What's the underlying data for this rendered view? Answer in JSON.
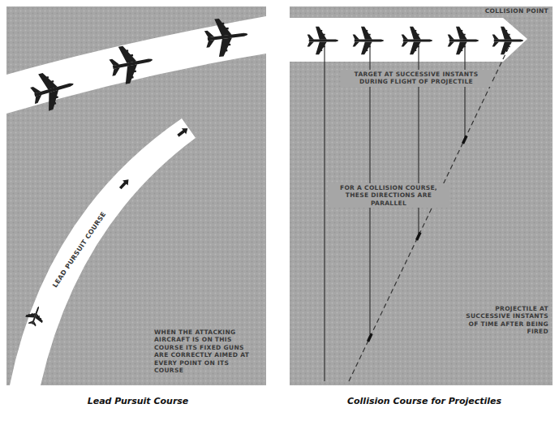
{
  "diagram": {
    "labels": [
      "LEAD PURSUIT COURSE",
      "WHEN THE ATTACKING AIRCRAFT IS ON THIS COURSE ITS FIXED GUNS ARE CORRECTLY AIMED AT EVERY POINT ON ITS COURSE",
      "COLLISION POINT",
      "TARGET AT SUCCESSIVE INSTANTS DURING FLIGHT OF PROJECTILE",
      "FOR A COLLISION COURSE, THESE DIRECTIONS ARE PARALLEL",
      "PROJECTILE AT SUCCESSIVE INSTANTS OF TIME AFTER BEING FIRED",
      "Lead Pursuit Course",
      "Collision Course for Projectiles"
    ]
  }
}
